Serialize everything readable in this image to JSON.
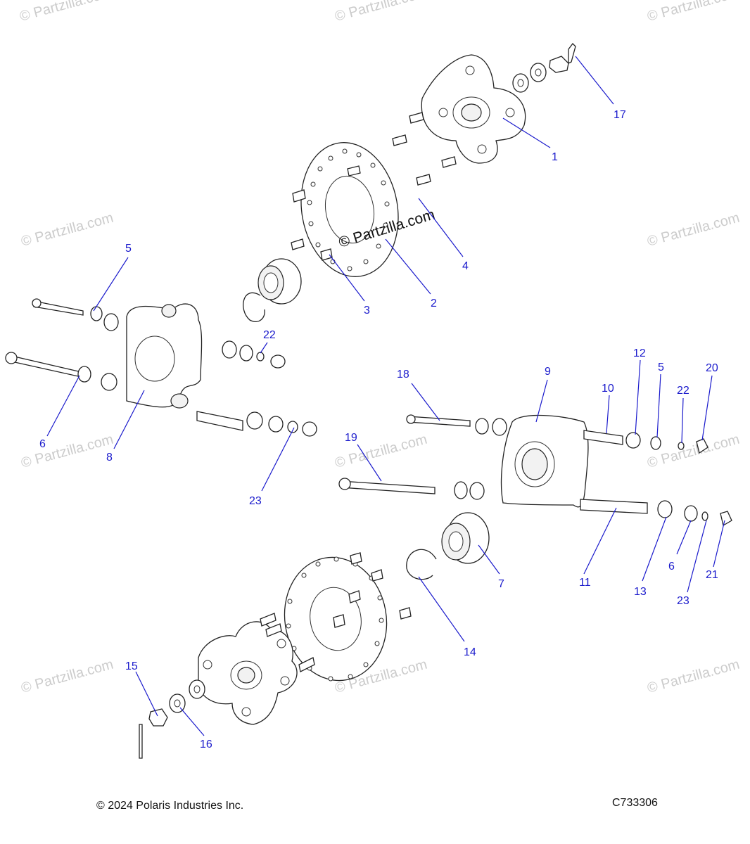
{
  "watermark_text": "© Partzilla.com",
  "center_stamp": "© Partzilla.com",
  "callouts": [
    "17",
    "1",
    "4",
    "2",
    "3",
    "5",
    "22",
    "6",
    "8",
    "23",
    "18",
    "9",
    "10",
    "12",
    "5",
    "22",
    "20",
    "19",
    "11",
    "13",
    "6",
    "23",
    "21",
    "7",
    "14",
    "15",
    "16"
  ],
  "footer": {
    "copyright": "© 2024 Polaris Industries Inc.",
    "diagram_code": "C733306"
  }
}
